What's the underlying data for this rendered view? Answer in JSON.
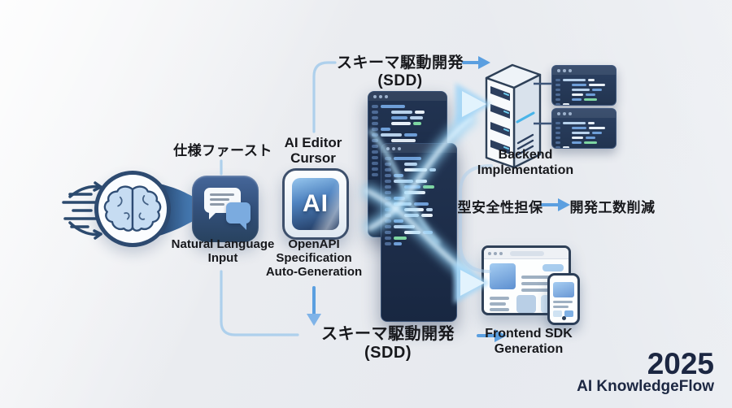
{
  "title": {
    "year": "2025",
    "brand": "AI KnowledgeFlow"
  },
  "flow": {
    "top_label": "スキーマ駆動開発(SDD)",
    "bottom_label": "スキーマ駆動開発 (SDD)",
    "spec_first": "仕様ファースト",
    "ai_editor": {
      "line1": "AI Editor",
      "line2": "Cursor"
    },
    "input": {
      "line1": "Natural Language",
      "line2": "Input"
    },
    "openapi": {
      "line1": "OpenAPI",
      "line2": "Specification",
      "line3": "Auto-Generation"
    },
    "backend": {
      "line1": "Backend",
      "line2": "Implementation"
    },
    "frontend": {
      "line1": "Frontend SDK",
      "line2": "Generation"
    },
    "benefit": {
      "from": "型安全性担保",
      "to": "開発工数削減"
    }
  },
  "icons": {
    "ai_badge": "AI"
  },
  "colors": {
    "background": "#e9ecf0",
    "glow_blue": "#7ec6f4",
    "accent_blue": "#5b9fe0",
    "navy": "#2d4a70",
    "code_window": "#1d2e4c",
    "label_text": "#17181c",
    "brand_navy": "#1c2742",
    "green_code": "#7ed6a2"
  }
}
